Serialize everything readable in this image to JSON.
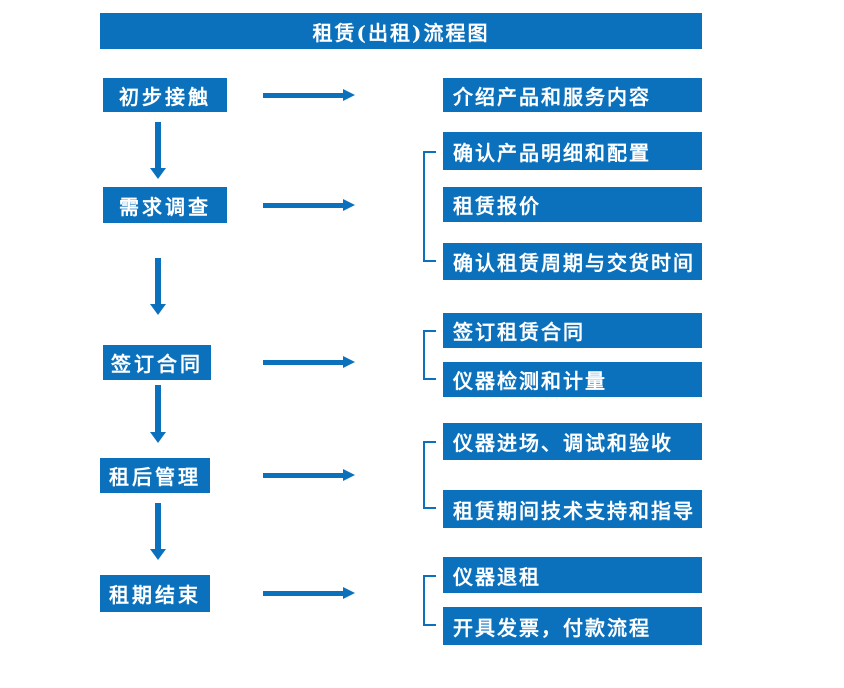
{
  "title": "租赁(出租)流程图",
  "colors": {
    "primary": "#0B71BD",
    "text_on_primary": "#FFFFFF",
    "background": "#FFFFFF"
  },
  "steps": [
    {
      "label": "初步接触",
      "details": [
        "介绍产品和服务内容"
      ]
    },
    {
      "label": "需求调查",
      "details": [
        "确认产品明细和配置",
        "租赁报价",
        "确认租赁周期与交货时间"
      ]
    },
    {
      "label": "签订合同",
      "details": [
        "签订租赁合同",
        "仪器检测和计量"
      ]
    },
    {
      "label": "租后管理",
      "details": [
        "仪器进场、调试和验收",
        "租赁期间技术支持和指导"
      ]
    },
    {
      "label": "租期结束",
      "details": [
        "仪器退租",
        "开具发票，付款流程"
      ]
    }
  ]
}
